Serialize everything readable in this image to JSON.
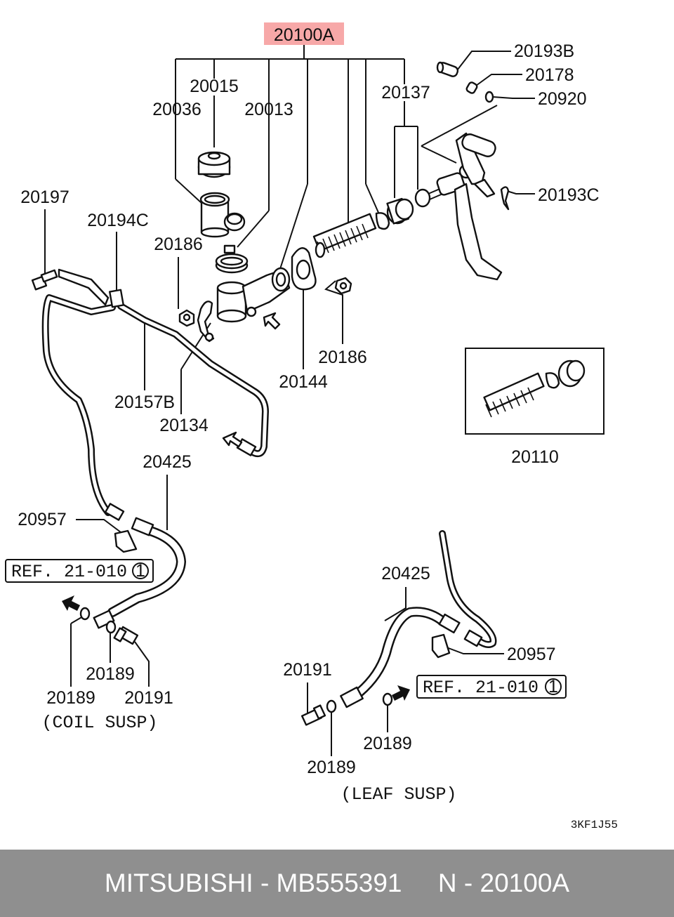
{
  "highlight_color": "#f7a8a8",
  "footer_bg": "#8f8f8f",
  "main_part": "20100A",
  "labels": {
    "l20015": "20015",
    "l20036": "20036",
    "l20013": "20013",
    "l20137": "20137",
    "l20193B": "20193B",
    "l20178": "20178",
    "l20920": "20920",
    "l20193C": "20193C",
    "l20197": "20197",
    "l20194C": "20194C",
    "l20186a": "20186",
    "l20186b": "20186",
    "l20144": "20144",
    "l20157B": "20157B",
    "l20134": "20134",
    "l20110": "20110",
    "l20425a": "20425",
    "l20957a": "20957",
    "l20189a": "20189",
    "l20191a": "20191",
    "l20189b": "20189",
    "l20425b": "20425",
    "l20957b": "20957",
    "l20191b": "20191",
    "l20189c": "20189",
    "l20189d": "20189"
  },
  "ref_left": "REF. 21-010",
  "ref_right": "REF. 21-010",
  "ref_circle": "1",
  "coil_caption": "(COIL SUSP)",
  "leaf_caption": "(LEAF SUSP)",
  "drawing_code": "3KF1J55",
  "footer": {
    "brand": "MITSUBISHI",
    "part_number": "MB555391",
    "index": "N - 20100A",
    "text": "MITSUBISHI - MB555391     N - 20100A"
  }
}
